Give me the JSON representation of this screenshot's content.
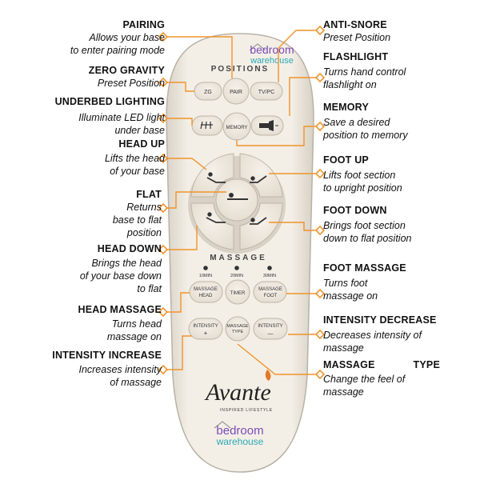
{
  "remote": {
    "positions_heading": "POSITIONS",
    "massage_heading": "MASSAGE",
    "btn_zg": "ZG",
    "btn_pair": "PAIR",
    "btn_tvpc": "TV/PC",
    "btn_memory": "MEMORY",
    "timer_10": "10MIN",
    "timer_20": "20MIN",
    "timer_30": "30MIN",
    "btn_massage_head_1": "MASSAGE",
    "btn_massage_head_2": "HEAD",
    "btn_timer": "TIMER",
    "btn_massage_foot_1": "MASSAGE",
    "btn_massage_foot_2": "FOOT",
    "btn_intensity_plus_1": "INTENSITY",
    "btn_intensity_plus_2": "+",
    "btn_massage_type_1": "MASSAGE",
    "btn_massage_type_2": "TYPE",
    "btn_intensity_minus_1": "INTENSITY",
    "btn_intensity_minus_2": "—",
    "brand_name": "Avante",
    "brand_tagline": "INSPIRED LIFESTYLE",
    "watermark_top_1": "bedroom",
    "watermark_top_2": "warehouse",
    "watermark_bottom_1": "bedroom",
    "watermark_bottom_2": "warehouse"
  },
  "labels": {
    "pairing_title": "PAIRING",
    "pairing_desc_1": "Allows your base",
    "pairing_desc_2": "to enter pairing mode",
    "zero_gravity_title": "ZERO GRAVITY",
    "zero_gravity_desc": "Preset Position",
    "underbed_title": "UNDERBED LIGHTING",
    "underbed_desc_1": "Illuminate LED light",
    "underbed_desc_2": "under base",
    "head_up_title": "HEAD UP",
    "head_up_desc_1": "Lifts the head",
    "head_up_desc_2": "of your base",
    "flat_title": "FLAT",
    "flat_desc_1": "Returns",
    "flat_desc_2": "base to flat",
    "flat_desc_3": "position",
    "head_down_title": "HEAD DOWN",
    "head_down_desc_1": "Brings the head",
    "head_down_desc_2": "of your base down",
    "head_down_desc_3": "to flat",
    "head_massage_title": "HEAD MASSAGE",
    "head_massage_desc_1": "Turns head",
    "head_massage_desc_2": "massage on",
    "intensity_inc_title": "INTENSITY INCREASE",
    "intensity_inc_desc_1": "Increases intensity",
    "intensity_inc_desc_2": "of massage",
    "anti_snore_title": "ANTI-SNORE",
    "anti_snore_desc": "Preset Position",
    "flashlight_title": "FLASHLIGHT",
    "flashlight_desc_1": "Turns hand control",
    "flashlight_desc_2": "flashlight on",
    "memory_title": "MEMORY",
    "memory_desc_1": "Save a desired",
    "memory_desc_2": "position to memory",
    "foot_up_title": "FOOT UP",
    "foot_up_desc_1": "Lifts foot section",
    "foot_up_desc_2": "to upright position",
    "foot_down_title": "FOOT DOWN",
    "foot_down_desc_1": "Brings foot section",
    "foot_down_desc_2": "down to flat position",
    "foot_massage_title": "FOOT MASSAGE",
    "foot_massage_desc_1": "Turns foot",
    "foot_massage_desc_2": "massage on",
    "intensity_dec_title": "INTENSITY DECREASE",
    "intensity_dec_desc_1": "Decreases intensity of",
    "intensity_dec_desc_2": "massage",
    "massage_type_title_1": "MASSAGE",
    "massage_type_title_2": "TYPE",
    "massage_type_desc_1": "Change the feel of",
    "massage_type_desc_2": "massage"
  },
  "colors": {
    "leader": "#f0932b",
    "remote_body": "#f2ede4",
    "button_face": "#ece6dc",
    "watermark_bedroom": "#7b4bb7",
    "watermark_warehouse": "#2aa9b8"
  }
}
